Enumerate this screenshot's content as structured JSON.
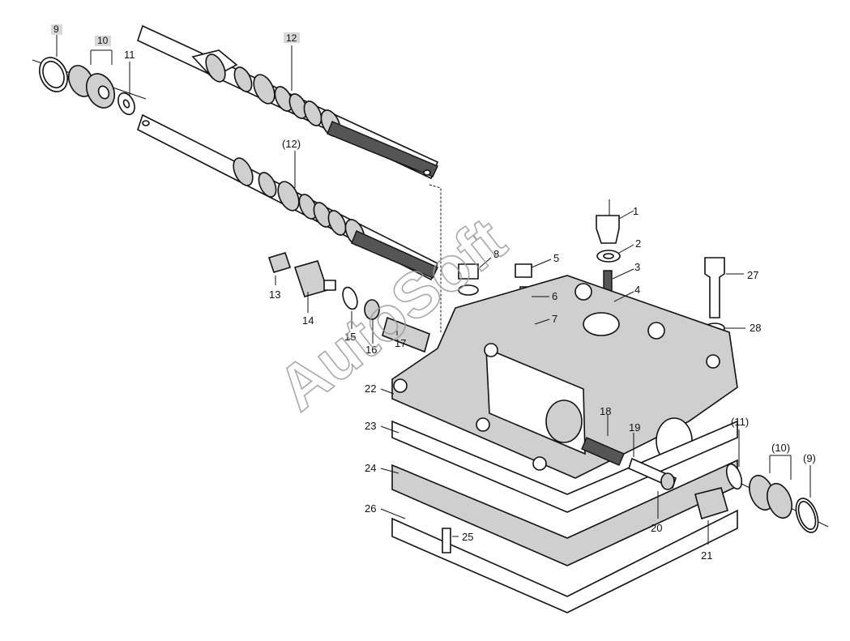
{
  "watermark": "AutoSoft",
  "labels": {
    "l1": "1",
    "l2": "2",
    "l3": "3",
    "l4": "4",
    "l5": "5",
    "l6": "6",
    "l7": "7",
    "l8": "8",
    "l9": "9",
    "l10": "10",
    "l11": "11",
    "l12": "12",
    "l12b": "(12)",
    "l13": "13",
    "l14": "14",
    "l15": "15",
    "l16": "16",
    "l17": "17",
    "l18": "18",
    "l19": "19",
    "l20": "20",
    "l21": "21",
    "l22": "22",
    "l23": "23",
    "l24": "24",
    "l25": "25",
    "l26": "26",
    "l27": "27",
    "l28": "28",
    "l9b": "(9)",
    "l10b": "(10)",
    "l11b": "(11)"
  },
  "highlight_color": "#d8d8d8"
}
